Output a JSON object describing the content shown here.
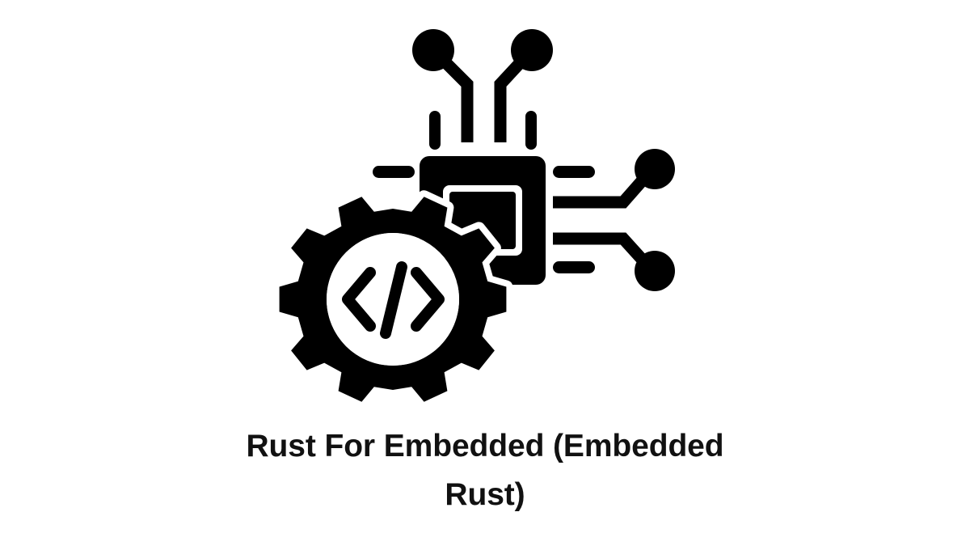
{
  "page": {
    "background_color": "#ffffff",
    "foreground_color": "#000000",
    "title_color": "#111111"
  },
  "title": {
    "text": "Rust For Embedded (Embedded Rust)",
    "line_1": "Rust For Embedded (Embedded",
    "line_2": "Rust)"
  },
  "illustration": {
    "name": "embedded-rust-icon",
    "description": "Black glyph of a microchip with circuit traces and node dots, overlapped by a gear containing a code symbol",
    "parts": {
      "chip": "microchip-icon",
      "gear": "gear-icon",
      "code_symbol": "code-brackets-icon",
      "traces": "circuit-trace",
      "nodes": "circuit-node"
    },
    "node_count": 4,
    "top_pin_count": 4,
    "left_pin_count": 1,
    "right_pin_count": 4,
    "gear_teeth": 10,
    "code_symbol_text": "</>"
  }
}
